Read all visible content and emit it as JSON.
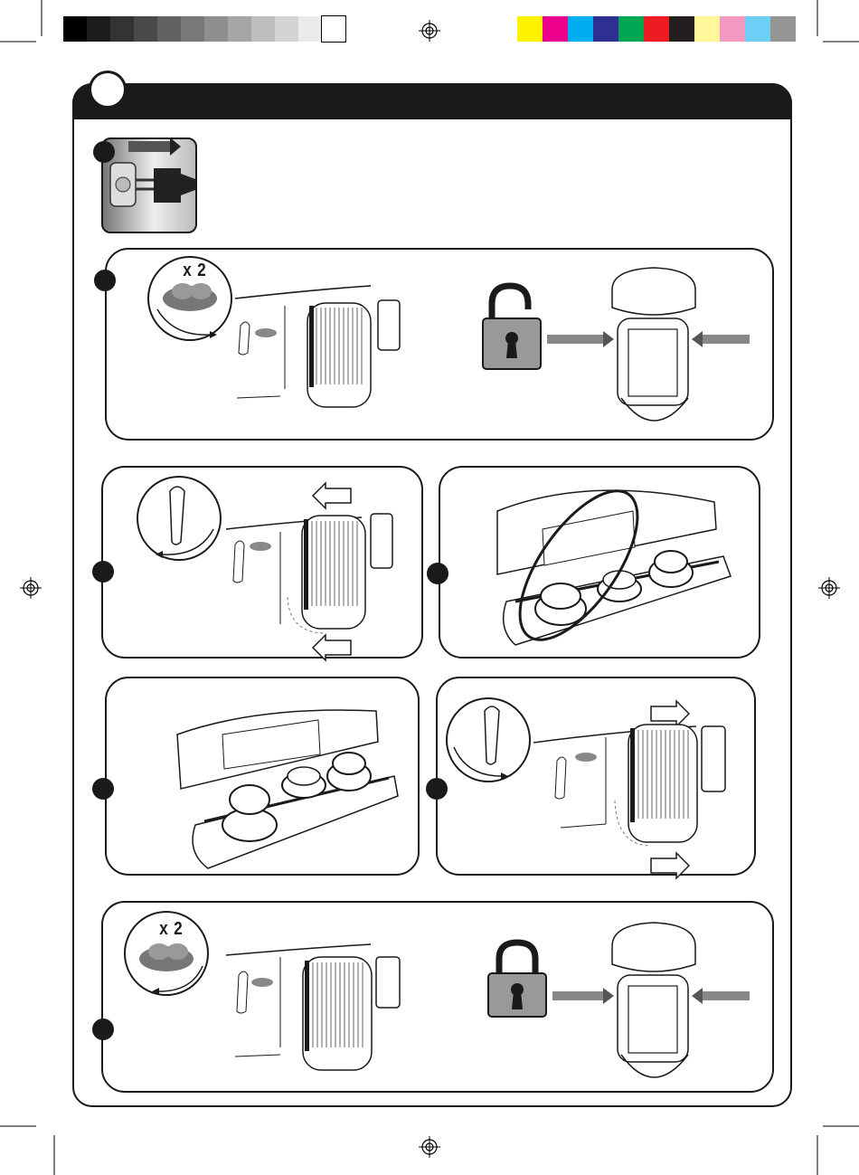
{
  "print_marks": {
    "grayscale_swatches": [
      "#000000",
      "#1d1d1d",
      "#333333",
      "#4a4a4a",
      "#616161",
      "#787878",
      "#8f8f8f",
      "#a6a6a6",
      "#bdbdbd",
      "#d4d4d4",
      "#ebebeb",
      "#ffffff"
    ],
    "color_swatches": [
      "#fff200",
      "#ec008c",
      "#00aeef",
      "#2e3192",
      "#00a651",
      "#ed1c24",
      "#231f20",
      "#fff799",
      "#f49ac1",
      "#6dcff6",
      "#959595"
    ]
  },
  "panels": {
    "step_b": {
      "multiplier": "x 2",
      "lock_state": "unlocked"
    },
    "step_g": {
      "multiplier": "x 2",
      "lock_state": "locked"
    }
  },
  "icons": [
    "unplug-icon",
    "knob-icon",
    "padlock-open-icon",
    "padlock-closed-icon",
    "arrow-icon",
    "registration-mark-icon"
  ]
}
